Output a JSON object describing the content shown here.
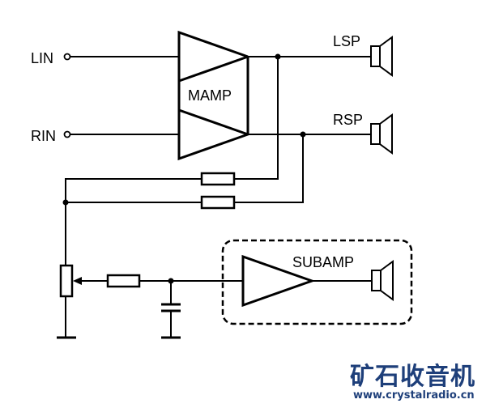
{
  "diagram": {
    "type": "circuit-schematic",
    "inputs": [
      {
        "id": "lin",
        "label": "LIN"
      },
      {
        "id": "rin",
        "label": "RIN"
      }
    ],
    "main_amplifier": {
      "label": "MAMP",
      "channels": 2
    },
    "outputs": [
      {
        "id": "lsp",
        "label": "LSP"
      },
      {
        "id": "rsp",
        "label": "RSP"
      }
    ],
    "subwoofer_block": {
      "label": "SUBAMP"
    },
    "components": [
      "resistor-left-mix",
      "resistor-right-mix",
      "potentiometer",
      "resistor-filter",
      "capacitor-filter",
      "ground",
      "ground"
    ]
  },
  "watermark": {
    "title": "矿石收音机",
    "url": "www.crystalradio.cn",
    "color": "#1e3f7a"
  }
}
